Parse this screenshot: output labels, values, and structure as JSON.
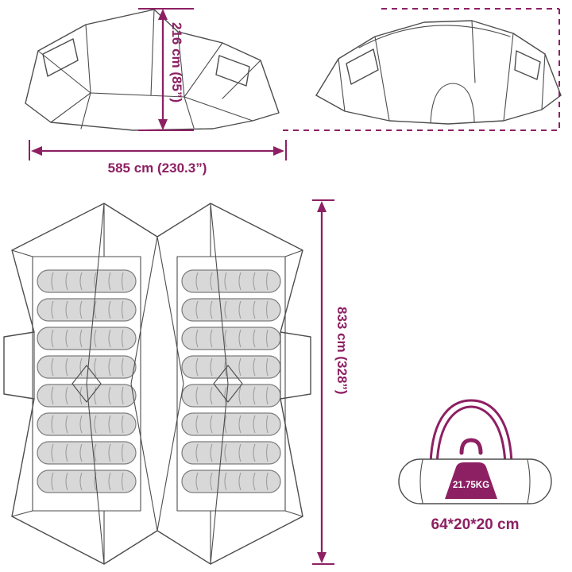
{
  "colors": {
    "accent": "#8D2063",
    "line": "#4d4d4d",
    "bag_fill": "#d8d8d8",
    "bag_stroke": "#7d7d7d",
    "bag_rib": "#9e9e9e"
  },
  "dimensions": {
    "height": "216 cm (85”)",
    "width": "585 cm (230.3”)",
    "length": "833 cm (328”)",
    "packed_size": "64*20*20 cm",
    "weight": "21.75KG"
  },
  "sleeping_bag_count": 16,
  "icons": {
    "weight": "weight-icon",
    "carry_bag": "carry-bag-icon"
  }
}
